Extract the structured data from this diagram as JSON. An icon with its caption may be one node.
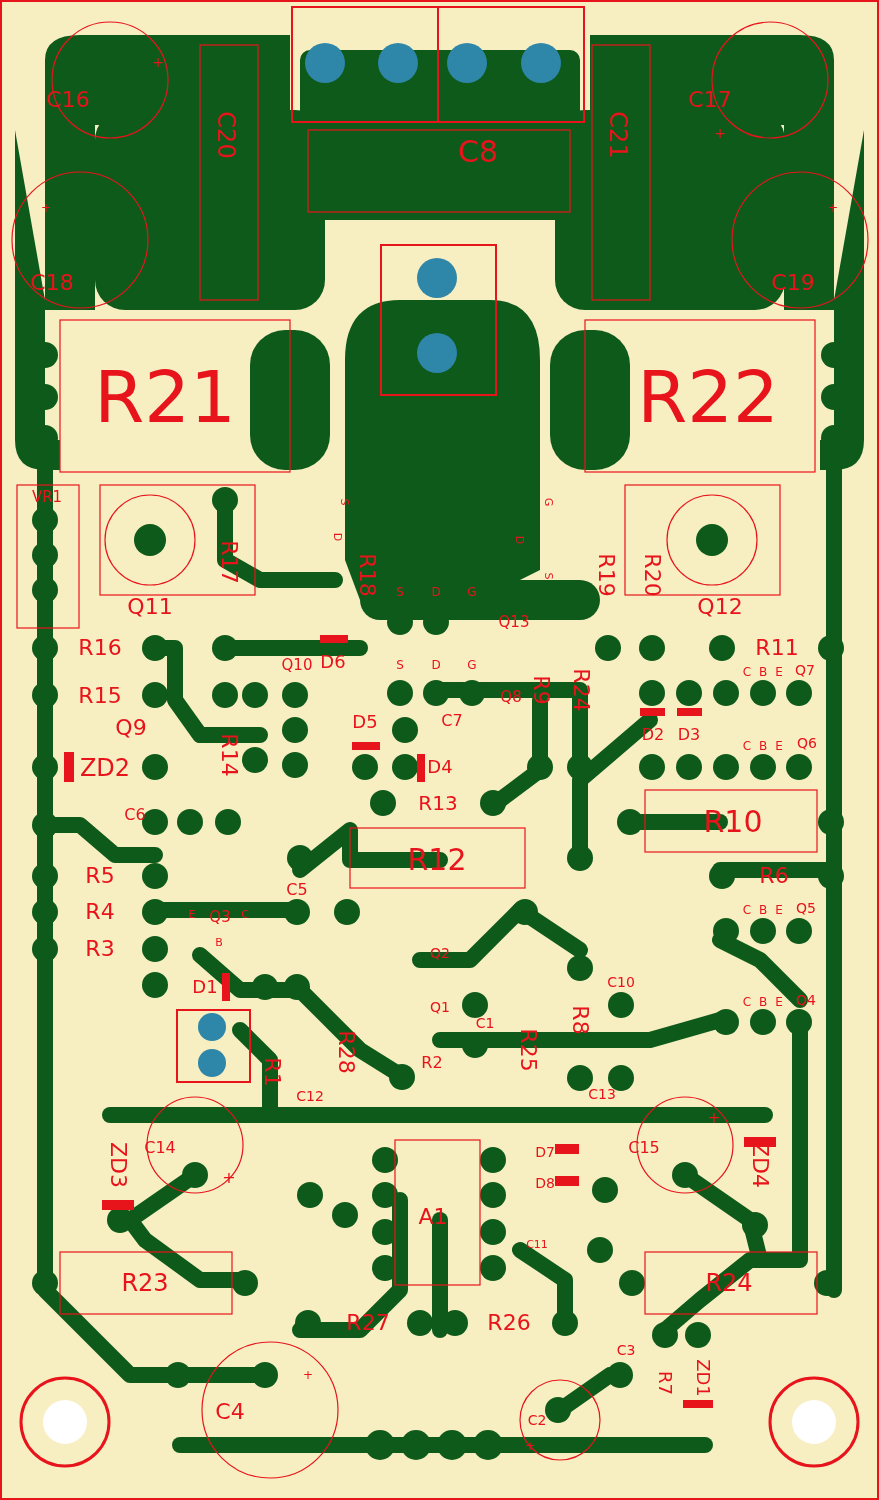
{
  "diagram": {
    "labels": [
      "+",
      "C16",
      "C8",
      "C17",
      "+",
      "C20",
      "C21",
      "+",
      "+",
      "C18",
      "C19",
      "R21",
      "R22",
      "VR1",
      "S",
      "G",
      "D",
      "D",
      "S",
      "Q11",
      "R17",
      "R18",
      "R19",
      "R20",
      "Q12",
      "S",
      "D",
      "G",
      "Q13",
      "R16",
      "R11",
      "Q10",
      "D6",
      "S",
      "D",
      "G",
      "R15",
      "Q8",
      "R9",
      "R24",
      "C",
      "B",
      "E",
      "Q7",
      "Q9",
      "D5",
      "C7",
      "R14",
      "D2",
      "D3",
      "C",
      "B",
      "E",
      "Q6",
      "ZD2",
      "D4",
      "R13",
      "C6",
      "R10",
      "R12",
      "R5",
      "R6",
      "C5",
      "R4",
      "E",
      "Q3",
      "C",
      "C",
      "B",
      "E",
      "Q5",
      "B",
      "Q2",
      "R3",
      "C10",
      "C",
      "B",
      "E",
      "Q4",
      "D1",
      "Q1",
      "C1",
      "R1",
      "R28",
      "R2",
      "R25",
      "R8",
      "C12",
      "C13",
      "+",
      "C14",
      "C15",
      "D7",
      "ZD3",
      "ZD4",
      "+",
      "D8",
      "A1",
      "C11",
      "R23",
      "R24",
      "R27",
      "R26",
      "C3",
      "R7",
      "ZD1",
      "+",
      "C4",
      "C2",
      "+"
    ]
  }
}
